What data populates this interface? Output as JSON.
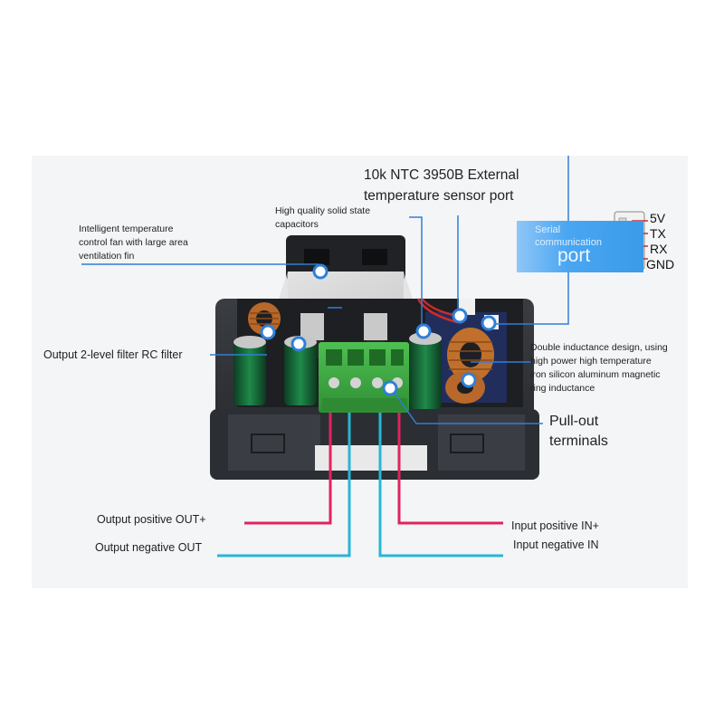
{
  "labels": {
    "ntc_line1": "10k NTC 3950B External",
    "ntc_line2": "temperature sensor port",
    "capacitors_line1": "High quality solid state",
    "capacitors_line2": "capacitors",
    "fan_line1": "Intelligent temperature",
    "fan_line2": "control fan with large area",
    "fan_line3": "ventilation fin",
    "filter": "Output 2-level filter RC filter",
    "inductance_line1": "Double inductance design, using",
    "inductance_line2": "high power high temperature",
    "inductance_line3": "iron silicon aluminum magnetic",
    "inductance_line4": "ring inductance",
    "terminals_line1": "Pull-out",
    "terminals_line2": "terminals",
    "out_pos": "Output positive OUT+",
    "out_neg": "Output negative OUT",
    "in_pos": "Input positive IN+",
    "in_neg": "Input negative IN"
  },
  "serial": {
    "small_line1": "Serial",
    "small_line2": "communication",
    "big": "port",
    "pins": [
      "5V",
      "TX",
      "RX",
      "GND"
    ]
  },
  "colors": {
    "positive_wire": "#e0245e",
    "negative_wire": "#29b5d6",
    "callout": "#2f7fd8"
  }
}
